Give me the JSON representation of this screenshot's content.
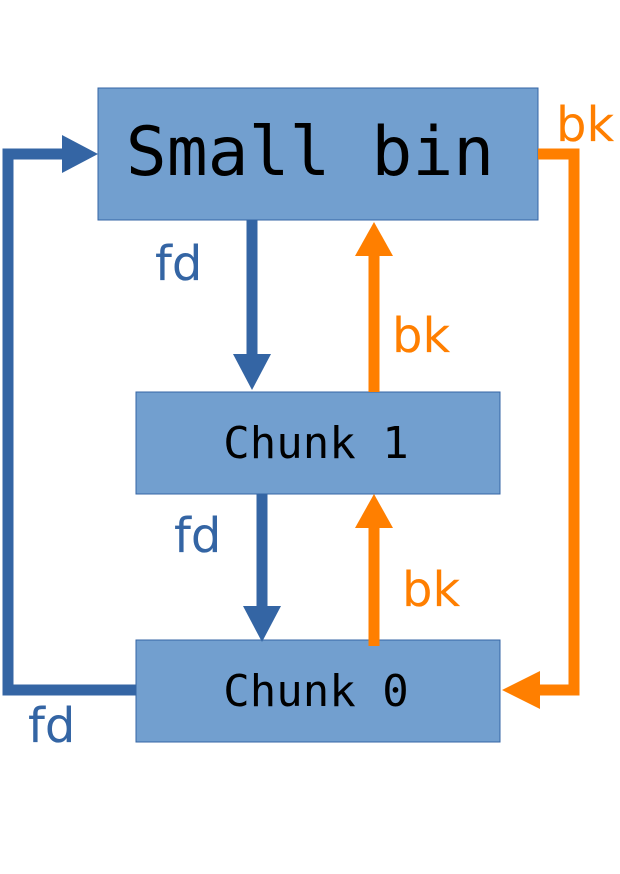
{
  "nodes": {
    "small_bin": "Small bin",
    "chunk_1": "Chunk 1",
    "chunk_0": "Chunk 0"
  },
  "edges": {
    "smallbin_to_chunk1_fd": "fd",
    "chunk1_to_smallbin_bk": "bk",
    "chunk1_to_chunk0_fd": "fd",
    "chunk0_to_chunk1_bk": "bk",
    "chunk0_to_smallbin_fd": "fd",
    "smallbin_to_chunk0_bk": "bk"
  },
  "colors": {
    "fd": "#3465a4",
    "bk": "#ff7f00",
    "box_fill": "#729fcf"
  }
}
